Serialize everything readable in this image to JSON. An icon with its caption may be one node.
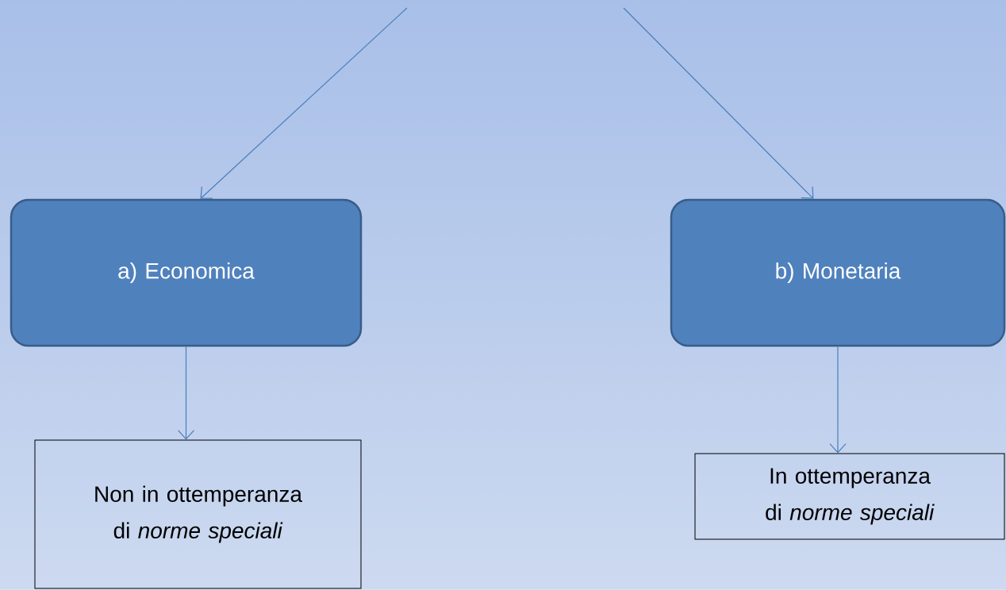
{
  "diagram": {
    "nodes": [
      {
        "text": [
          "a) Economica"
        ]
      },
      {
        "text": [
          "b) Monetaria"
        ]
      },
      {
        "text": [
          "Non in ottemperanza di *norme speciali*"
        ]
      },
      {
        "text": [
          "In ottemperanza di *norme speciali*"
        ]
      }
    ],
    "edges": [
      {
        "from": null,
        "to": 0,
        "arrow": "to"
      },
      {
        "from": null,
        "to": 1,
        "arrow": "to"
      },
      {
        "from": 0,
        "to": 2,
        "arrow": "to"
      },
      {
        "from": 1,
        "to": 3,
        "arrow": "to"
      }
    ]
  }
}
